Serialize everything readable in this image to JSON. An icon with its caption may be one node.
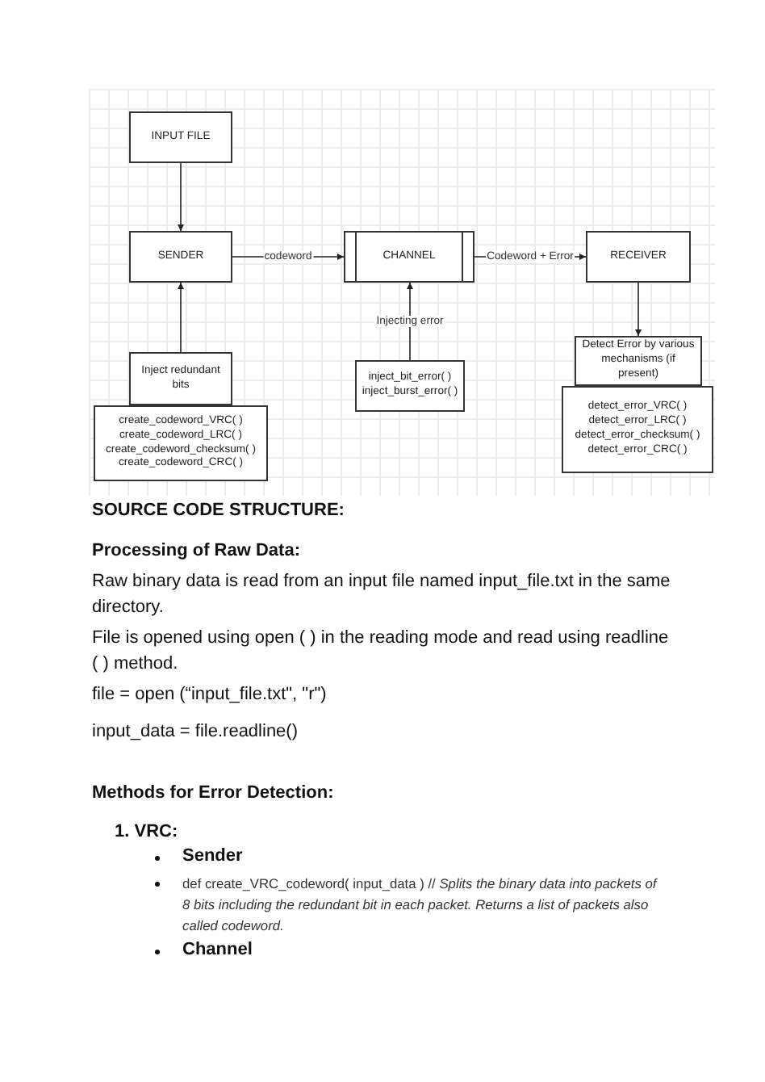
{
  "diagram": {
    "nodes": [
      {
        "text": [
          "INPUT FILE"
        ]
      },
      {
        "text": [
          "SENDER"
        ]
      },
      {
        "text": [
          "Inject redundant bits"
        ]
      },
      {
        "text": [
          "create_codeword_VRC( ) create_codeword_LRC( ) create_codeword_checksum( ) create_codeword_CRC( )"
        ]
      },
      {
        "text": [
          "CHANNEL"
        ]
      },
      {
        "text": [
          "inject_bit_error( ) inject_burst_error( )"
        ]
      },
      {
        "text": [
          "RECEIVER"
        ]
      },
      {
        "text": [
          "Detect Error by various mechanisms (if present)"
        ]
      },
      {
        "text": [
          "detect_error_VRC( ) detect_error_LRC( ) detect_error_checksum( ) detect_error_CRC( )"
        ]
      }
    ],
    "edges": [
      {
        "from": 0,
        "to": 1,
        "arrow": "to"
      },
      {
        "from": 2,
        "to": 1,
        "arrow": "to"
      },
      {
        "from": 1,
        "to": 4,
        "arrow": "to",
        "label": "codeword"
      },
      {
        "from": 5,
        "to": 4,
        "arrow": "to",
        "label": "Injecting error"
      },
      {
        "from": 4,
        "to": 6,
        "arrow": "to",
        "label": "Codeword + Error"
      },
      {
        "from": 6,
        "to": 7,
        "arrow": "to"
      }
    ],
    "labels": [
      "SOURCE CODE STRUCTURE:",
      "Processing of Raw Data:",
      "Raw binary data is read from an input file named input_file.txt in the same directory.",
      "File is opened using open ( ) in the reading mode and read using readline ( ) method.",
      "file = open (“input_file.txt\", \"r\")",
      "input_data = file.readline()",
      "Methods for Error Detection:",
      "1. VRC:",
      "Sender",
      "def  create_VRC_codeword( input_data )  // *Splits the binary data into packets of 8 bits including the redundant bit in each packet. Returns a list of packets also called codeword.*",
      "Channel"
    ]
  }
}
